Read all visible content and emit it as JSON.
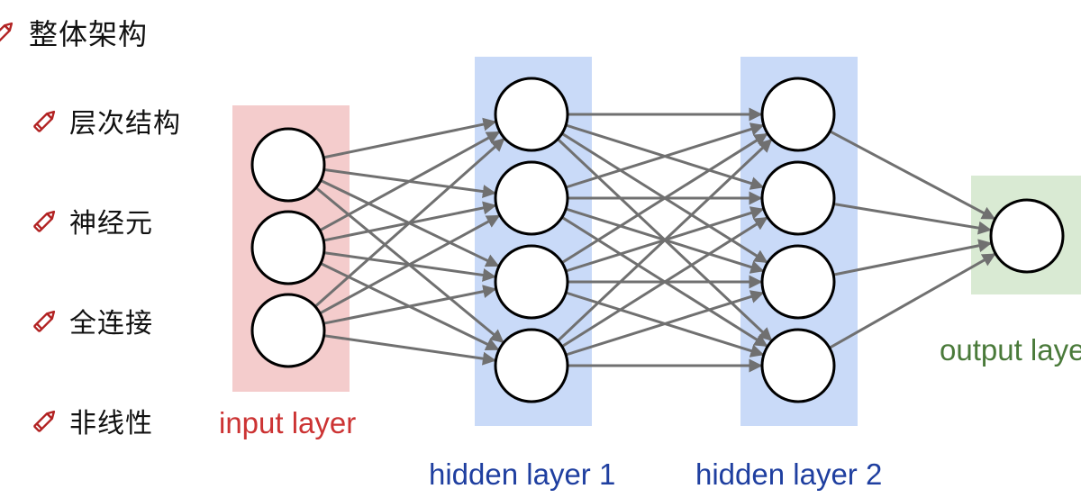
{
  "slide": {
    "heading": "整体架构",
    "bullets": [
      {
        "label": "层次结构",
        "icon": "pencil-icon"
      },
      {
        "label": "神经元",
        "icon": "pencil-icon"
      },
      {
        "label": "全连接",
        "icon": "pencil-icon"
      },
      {
        "label": "非线性",
        "icon": "pencil-icon"
      }
    ],
    "pencil_color": "#b22222"
  },
  "network": {
    "layers": [
      {
        "id": "input",
        "label": "input layer",
        "neurons": 3,
        "band_color": "#f4cccc",
        "label_color": "#cc3333"
      },
      {
        "id": "hidden1",
        "label": "hidden layer 1",
        "neurons": 4,
        "band_color": "#c9daf8",
        "label_color": "#1f3fa0"
      },
      {
        "id": "hidden2",
        "label": "hidden layer 2",
        "neurons": 4,
        "band_color": "#c9daf8",
        "label_color": "#1f3fa0"
      },
      {
        "id": "output",
        "label": "output layer",
        "neurons": 1,
        "band_color": "#d9ead3",
        "label_color": "#4a7a3a"
      }
    ],
    "connection": "fully-connected",
    "edge_color": "#707070"
  }
}
